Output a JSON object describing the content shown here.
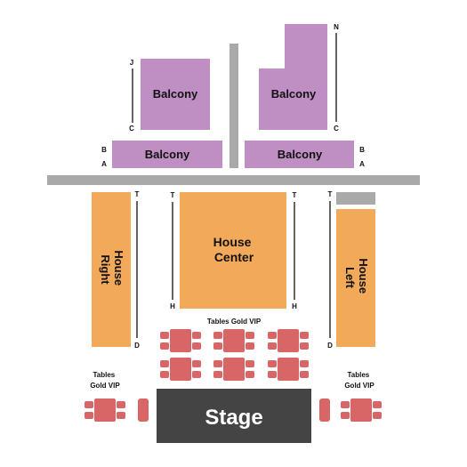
{
  "colors": {
    "balcony": "#bf8fc4",
    "house": "#f2aa5a",
    "aisle": "#a9a9a9",
    "table": "#d96666",
    "stage": "#444444",
    "stage_text": "#ffffff",
    "line": "#111111"
  },
  "sections": {
    "balcony_upper_left": {
      "label": "Balcony",
      "row_top": "J",
      "row_bottom": "C"
    },
    "balcony_upper_right": {
      "label": "Balcony",
      "row_top": "N",
      "row_bottom": "C"
    },
    "balcony_lower_left": {
      "label": "Balcony",
      "row_top": "B",
      "row_bottom": "A"
    },
    "balcony_lower_right": {
      "label": "Balcony",
      "row_top": "B",
      "row_bottom": "A"
    },
    "house_right": {
      "label_line1": "House",
      "label_line2": "Right",
      "row_top": "T",
      "row_bottom": "D"
    },
    "house_center": {
      "label_line1": "House",
      "label_line2": "Center",
      "row_top_left": "T",
      "row_top_right": "T",
      "row_bottom_left": "H",
      "row_bottom_right": "H"
    },
    "house_left": {
      "label_line1": "House",
      "label_line2": "Left",
      "row_top": "T",
      "row_bottom": "D"
    }
  },
  "tables": {
    "center_label": "Tables Gold VIP",
    "left_label_line1": "Tables",
    "left_label_line2": "Gold VIP",
    "right_label_line1": "Tables",
    "right_label_line2": "Gold VIP"
  },
  "stage": {
    "label": "Stage"
  }
}
